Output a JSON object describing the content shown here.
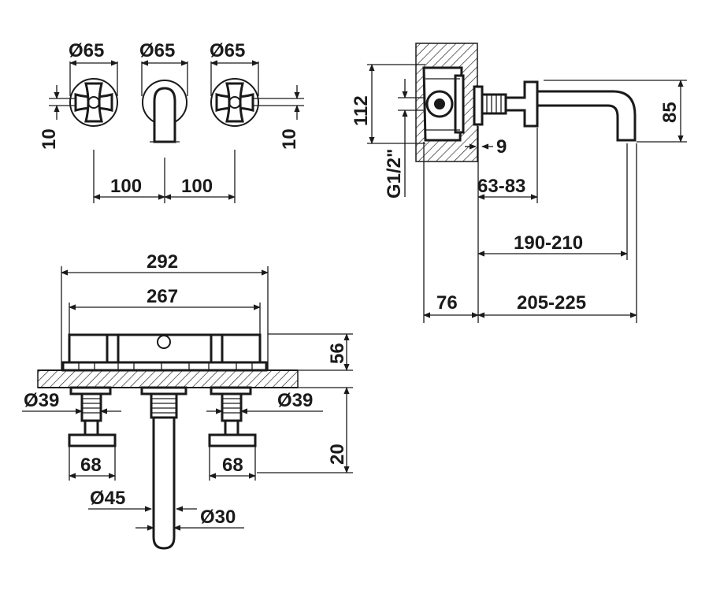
{
  "front_view": {
    "diam_left": "Ø65",
    "diam_center": "Ø65",
    "diam_right": "Ø65",
    "offset_left": "10",
    "offset_right": "10",
    "spacing_left": "100",
    "spacing_right": "100"
  },
  "side_view": {
    "height_body": "112",
    "thread": "G1/2\"",
    "wall_gap": "9",
    "spout_height": "85",
    "adjust_range": "63-83",
    "spout_projection": "190-210",
    "body_depth": "76",
    "total_projection": "205-225"
  },
  "top_view": {
    "overall_width": "292",
    "inner_width": "267",
    "body_height": "56",
    "diam_valve_left": "Ø39",
    "diam_valve_right": "Ø39",
    "handle_width_left": "68",
    "handle_width_right": "68",
    "diam_spout_body": "Ø45",
    "diam_spout_tube": "Ø30",
    "recess_depth": "20"
  }
}
